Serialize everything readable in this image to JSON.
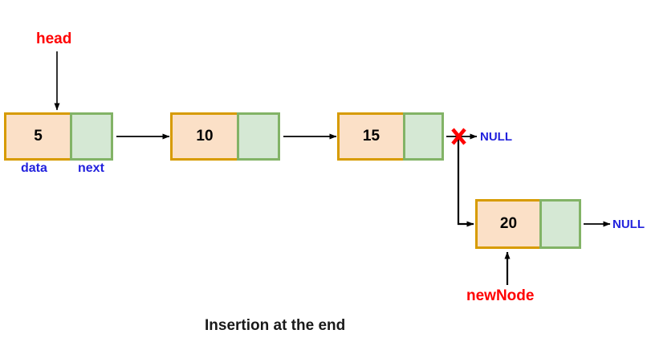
{
  "diagram": {
    "caption": "Insertion at the end",
    "colors": {
      "data_cell_fill": "#FBE0C7",
      "data_cell_border": "#D79B00",
      "next_cell_fill": "#D5E8D4",
      "next_cell_border": "#82B366",
      "pointer_label": "#FF0000",
      "field_label": "#2222DD",
      "null_label": "#2222DD",
      "arrow": "#000000",
      "cross_mark": "#FF0000"
    },
    "nodes": [
      {
        "id": "node-5",
        "value": "5"
      },
      {
        "id": "node-10",
        "value": "10"
      },
      {
        "id": "node-15",
        "value": "15"
      },
      {
        "id": "node-20",
        "value": "20"
      }
    ],
    "field_labels": {
      "data": "data",
      "next": "next"
    },
    "pointers": {
      "head": "head",
      "new_node": "newNode"
    },
    "null_labels": {
      "broken": "NULL",
      "tail": "NULL"
    },
    "annotations": {
      "cross": "✕"
    }
  }
}
